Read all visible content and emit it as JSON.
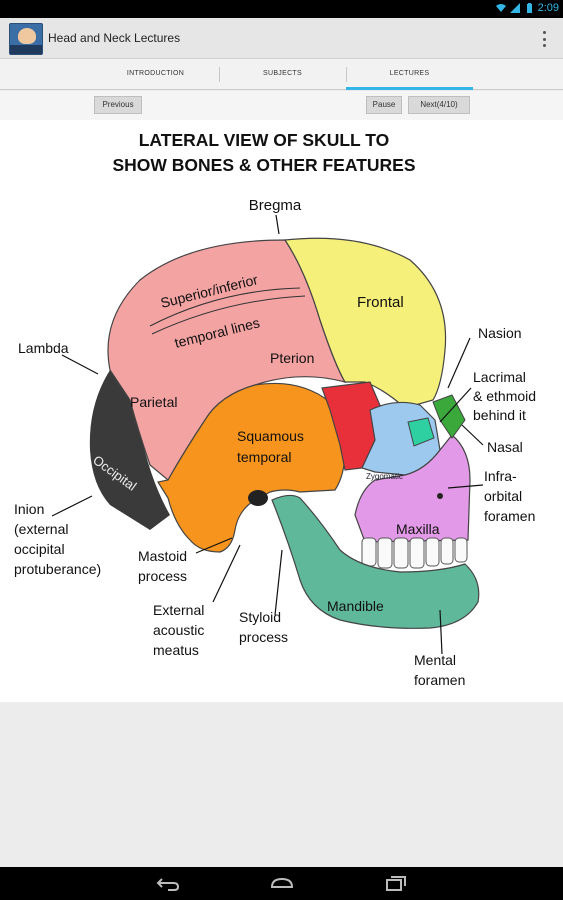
{
  "status": {
    "time": "2:09"
  },
  "app": {
    "title": "Head and Neck Lectures"
  },
  "tabs": [
    {
      "label": "INTRODUCTION"
    },
    {
      "label": "SUBJECTS"
    },
    {
      "label": "LECTURES"
    }
  ],
  "toolbar": {
    "previous": "Previous",
    "pause": "Pause",
    "next": "Next(4/10)"
  },
  "slide": {
    "title_line1": "LATERAL VIEW OF SKULL TO",
    "title_line2": "SHOW BONES & OTHER FEATURES",
    "labels": {
      "bregma": "Bregma",
      "lambda": "Lambda",
      "nasion": "Nasion",
      "lacrimal1": "Lacrimal",
      "lacrimal2": "& ethmoid",
      "lacrimal3": "behind it",
      "nasal": "Nasal",
      "infra1": "Infra-",
      "infra2": "orbital",
      "infra3": "foramen",
      "inion1": "Inion",
      "inion2": "(external",
      "inion3": "occipital",
      "inion4": "protuberance)",
      "mastoid1": "Mastoid",
      "mastoid2": "process",
      "external1": "External",
      "external2": "acoustic",
      "external3": "meatus",
      "styloid1": "Styloid",
      "styloid2": "process",
      "mental1": "Mental",
      "mental2": "foramen",
      "superior": "Superior/inferior",
      "temporal_lines": "temporal lines",
      "frontal": "Frontal",
      "pterion": "Pterion",
      "parietal": "Parietal",
      "squamous1": "Squamous",
      "squamous2": "temporal",
      "occipital": "Occipital",
      "zygomatic": "Zygomatic",
      "maxilla": "Maxilla",
      "mandible": "Mandible"
    }
  },
  "colors": {
    "accent": "#33b5e5",
    "parietal": "#f4a3a3",
    "frontal": "#f5f07a",
    "temporal": "#f7941d",
    "sphenoid": "#e8303a",
    "zygomatic": "#9ec9ef",
    "maxilla": "#e29ae8",
    "mandible": "#5fb89a",
    "occipital": "#3a3a3a",
    "lacrimal": "#2ecfa0",
    "nasal": "#3aa83a"
  }
}
